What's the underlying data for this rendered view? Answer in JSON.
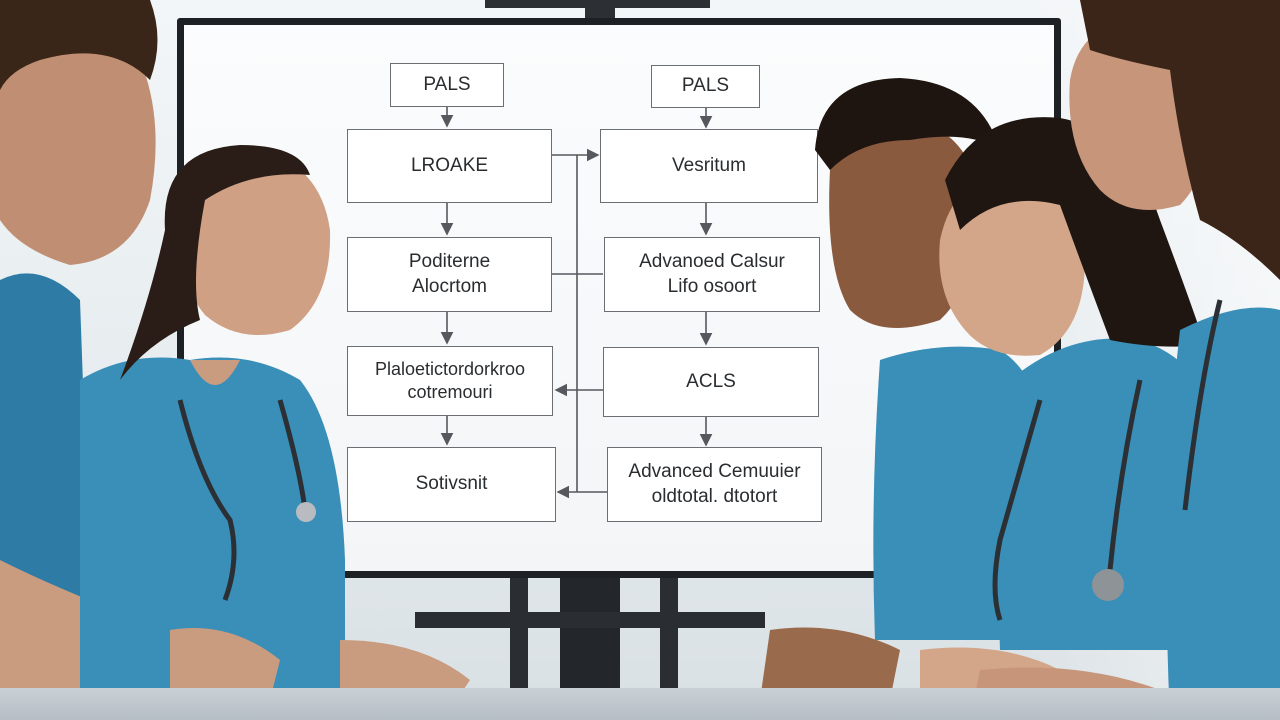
{
  "flowchart": {
    "left_header": "PALS",
    "right_header": "PALS",
    "left_box_1": "LROAKE",
    "left_box_2_line1": "Poditerne",
    "left_box_2_line2": "Alocrtom",
    "left_box_3_line1": "Plaloetictordorkroo",
    "left_box_3_line2": "cotremouri",
    "left_box_4": "Sotivsnit",
    "right_box_1": "Vesritum",
    "right_box_2_line1": "Advanoed Calsur",
    "right_box_2_line2": "Lifo osoort",
    "right_box_3": "ACLS",
    "right_box_4_line1": "Advanced Cemuuier",
    "right_box_4_line2": "oldtotal. dtotort"
  },
  "colors": {
    "scrubs": "#3a8fb8",
    "scrubs_dark": "#2b7199",
    "skin": "#c99b7f",
    "hair_dark": "#2a1d17",
    "monitor_frame": "#1d2024"
  }
}
